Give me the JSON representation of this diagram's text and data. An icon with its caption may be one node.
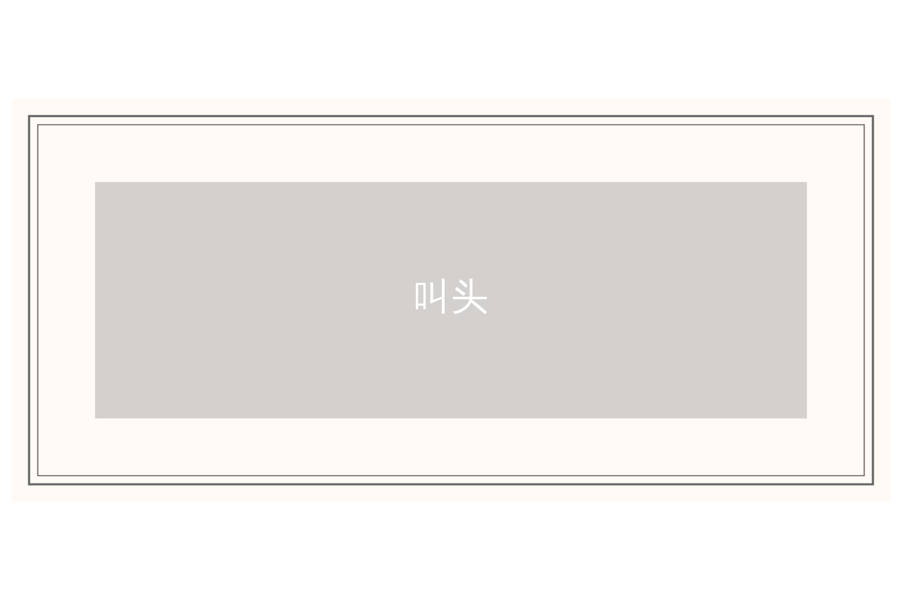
{
  "diagram": {
    "nodes": [
      {
        "text": [],
        "shape": "box"
      },
      {
        "text": [],
        "shape": "box",
        "in": 0
      },
      {
        "text": [
          "叫头"
        ],
        "in": 1
      }
    ]
  }
}
